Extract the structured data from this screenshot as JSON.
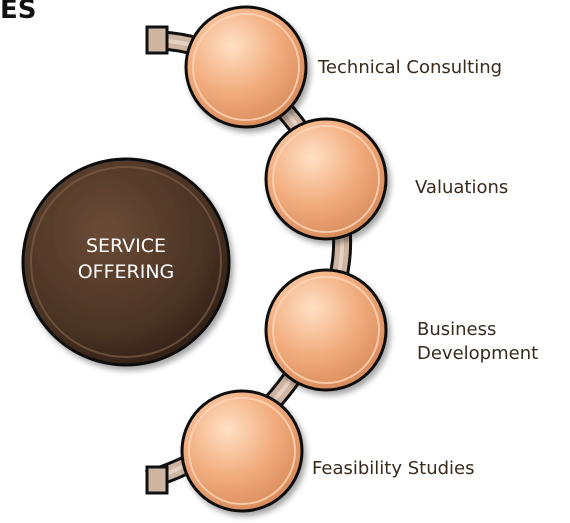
{
  "heading": "ES",
  "center": {
    "line1": "SERVICE",
    "line2": "OFFERING"
  },
  "steps": [
    {
      "label": "Technical Consulting"
    },
    {
      "label": "Valuations"
    },
    {
      "label_line1": "Business",
      "label_line2": "Development"
    },
    {
      "label": "Feasibility Studies"
    }
  ],
  "colors": {
    "center_fill": "#4a3324",
    "step_fill": "#f2ad7f",
    "connector": "#cfb6a2",
    "outline": "#111111",
    "label_text": "#3a2a1c"
  }
}
